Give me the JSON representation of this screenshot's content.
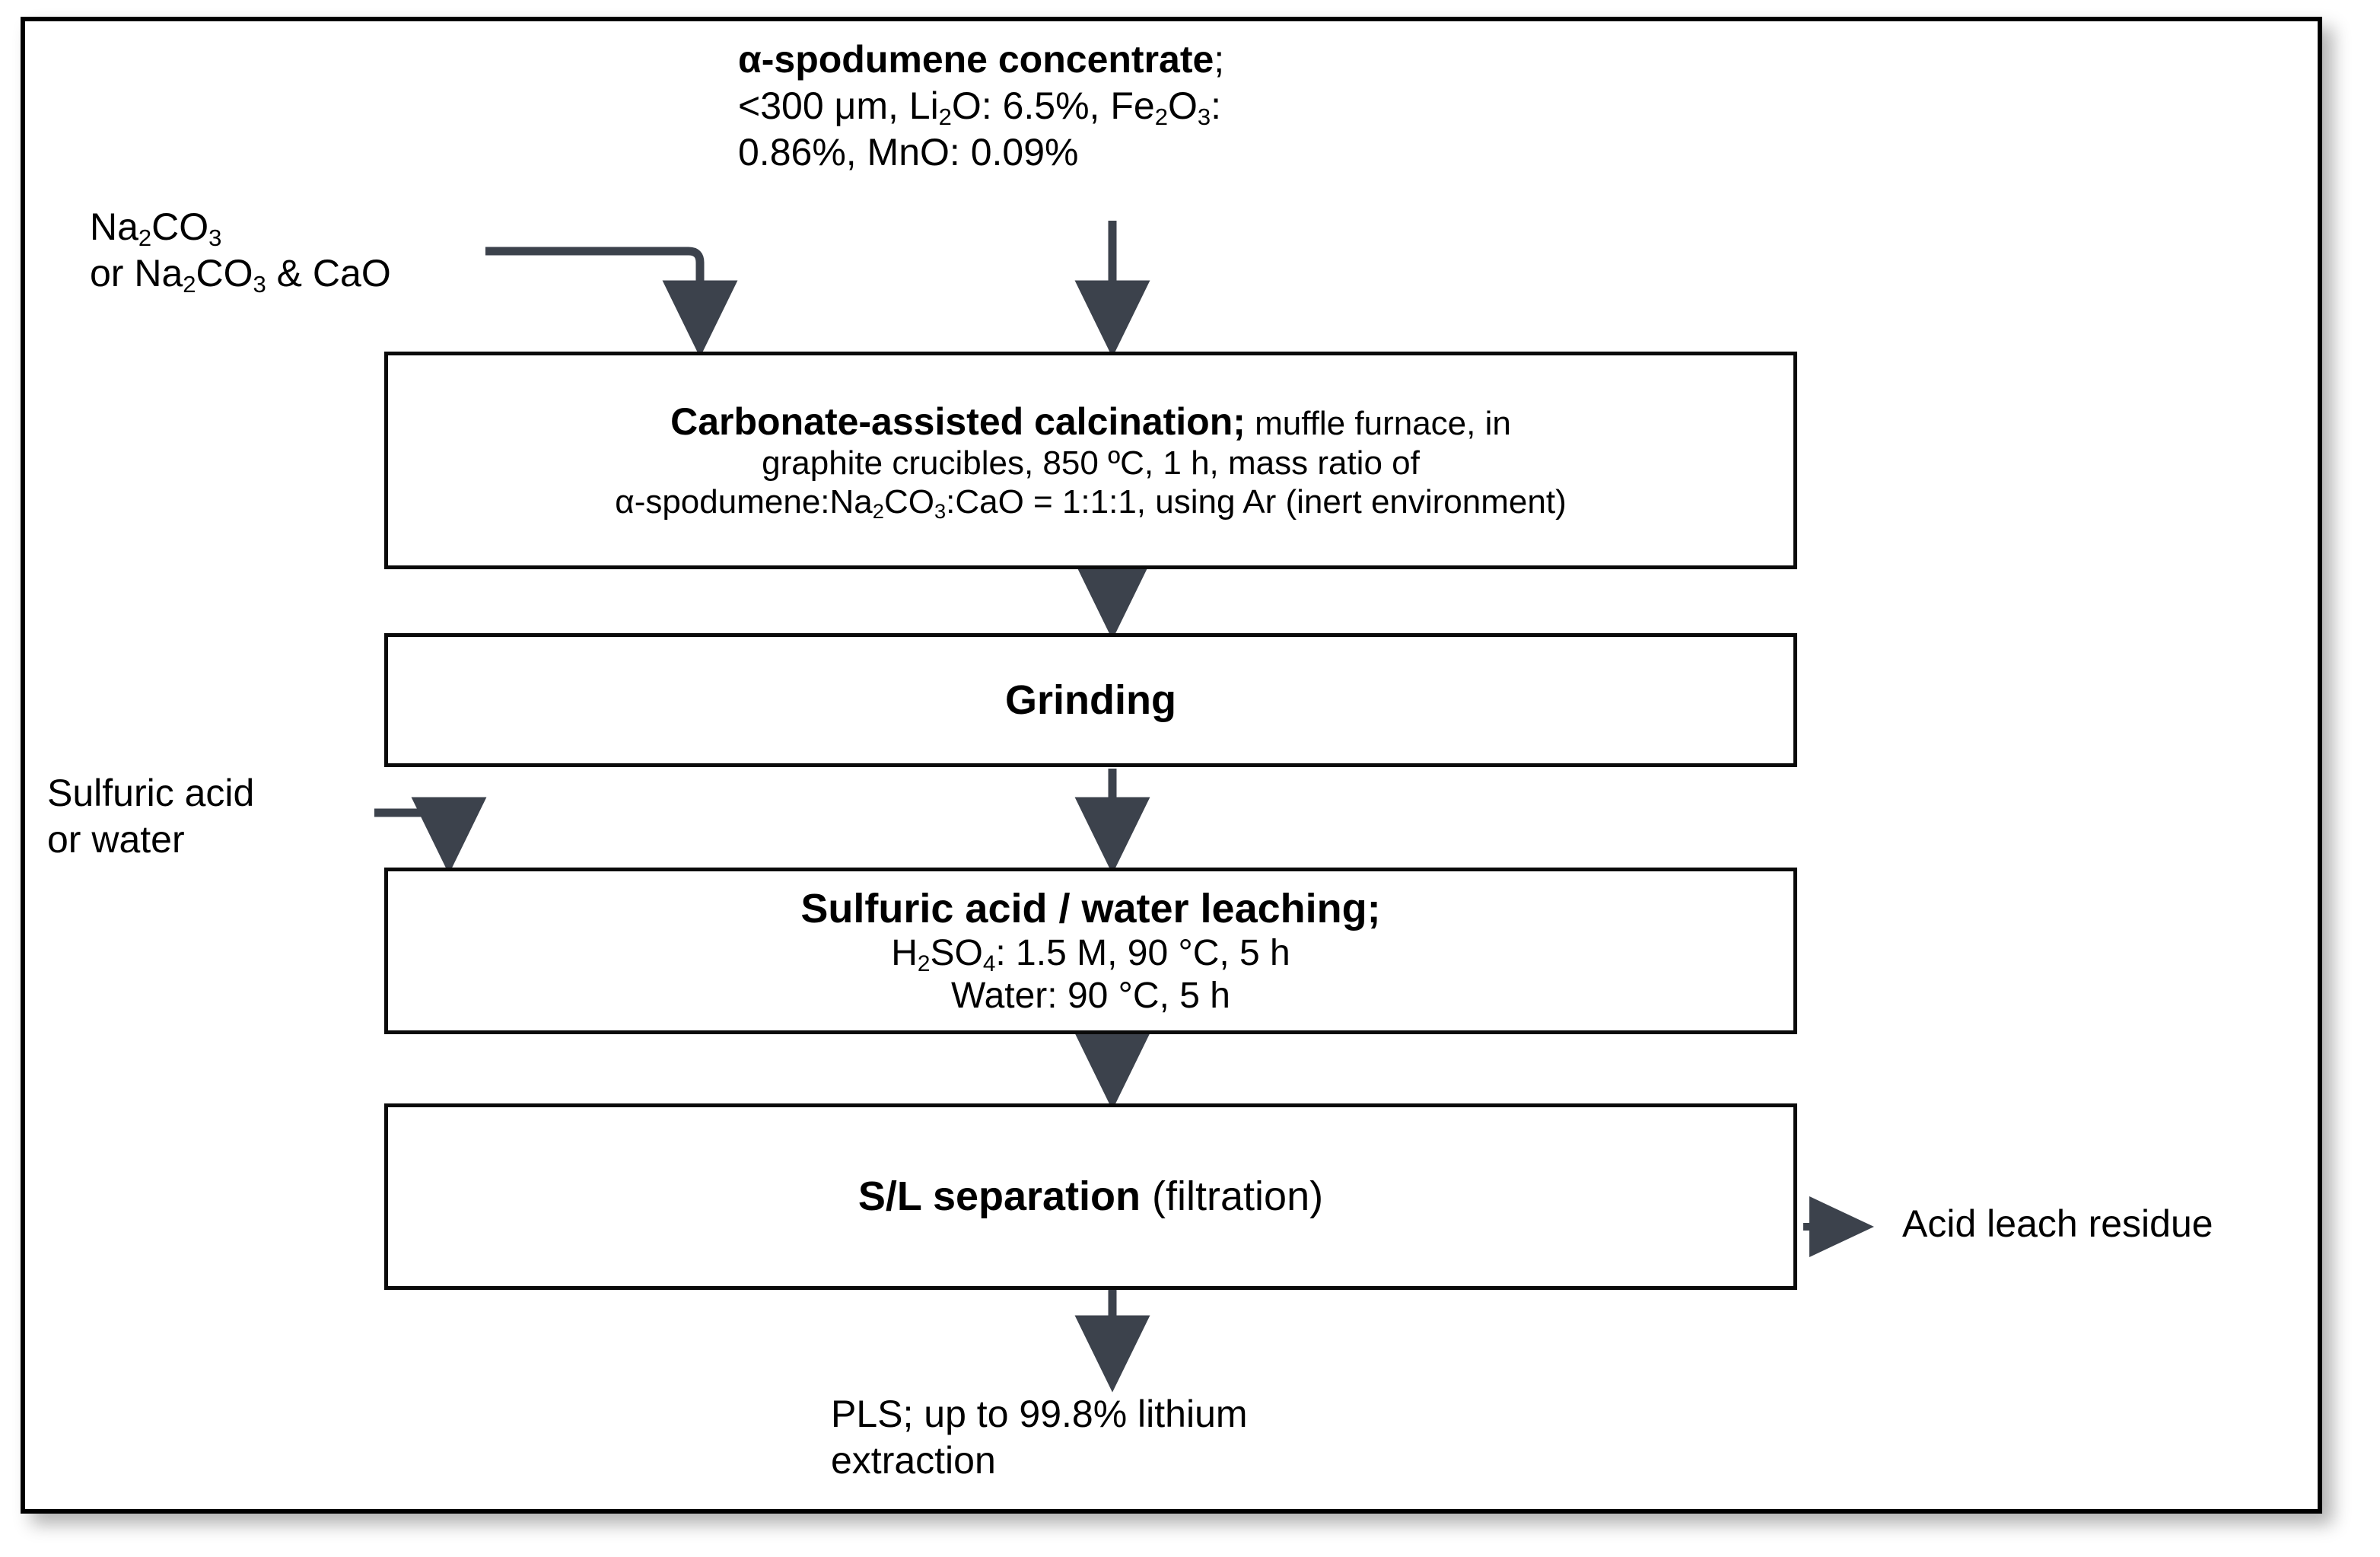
{
  "diagram": {
    "title": "Carbonate-assisted calcination flowsheet for lithium extraction from alpha-spodumene",
    "accent_arrow_color": "#3c424c",
    "box_border_color": "#0a0a0a",
    "frame_border_color": "#000000"
  },
  "feed": {
    "name": "feed-label",
    "line1_bold": "α-spodumene concentrate",
    "line1_rest": ";",
    "line2_pre": "<300 μm, Li",
    "line2_sub1": "2",
    "line2_mid": "O: 6.5%, Fe",
    "line2_sub2": "2",
    "line2_mid2": "O",
    "line2_sub3": "3",
    "line2_end": ":",
    "line3": "0.86%, MnO: 0.09%"
  },
  "reagent_carbonate": {
    "name": "carbonate-reagent-label",
    "line1_pre": "Na",
    "line1_sub1": "2",
    "line1_mid": "CO",
    "line1_sub2": "3",
    "line2_pre": "or Na",
    "line2_sub1": "2",
    "line2_mid": "CO",
    "line2_sub2": "3",
    "line2_end": " & CaO"
  },
  "reagent_acid": {
    "name": "acid-reagent-label",
    "line1": "Sulfuric acid",
    "line2": "or water"
  },
  "steps": [
    {
      "id": "calcination",
      "title": "Carbonate-assisted calcination;",
      "detail_inline": " muffle furnace, in",
      "line2": "graphite crucibles, 850 ºC, 1 h, mass ratio of",
      "line3_pre": "α-spodumene:Na",
      "line3_sub1": "2",
      "line3_mid": "CO",
      "line3_sub2": "3",
      "line3_end": ":CaO = 1:1:1, using Ar (inert environment)"
    },
    {
      "id": "grinding",
      "title": "Grinding"
    },
    {
      "id": "leaching",
      "title": "Sulfuric acid / water leaching;",
      "line2_pre": "H",
      "line2_sub1": "2",
      "line2_mid": "SO",
      "line2_sub2": "4",
      "line2_end": ": 1.5 M, 90 °C, 5 h",
      "line3": "Water: 90 °C, 5 h"
    },
    {
      "id": "separation",
      "title": "S/L separation",
      "title_rest": " (filtration)"
    }
  ],
  "outputs": {
    "residue": "Acid leach residue",
    "pls_line1": "PLS; up to 99.8% lithium",
    "pls_line2": "extraction"
  }
}
